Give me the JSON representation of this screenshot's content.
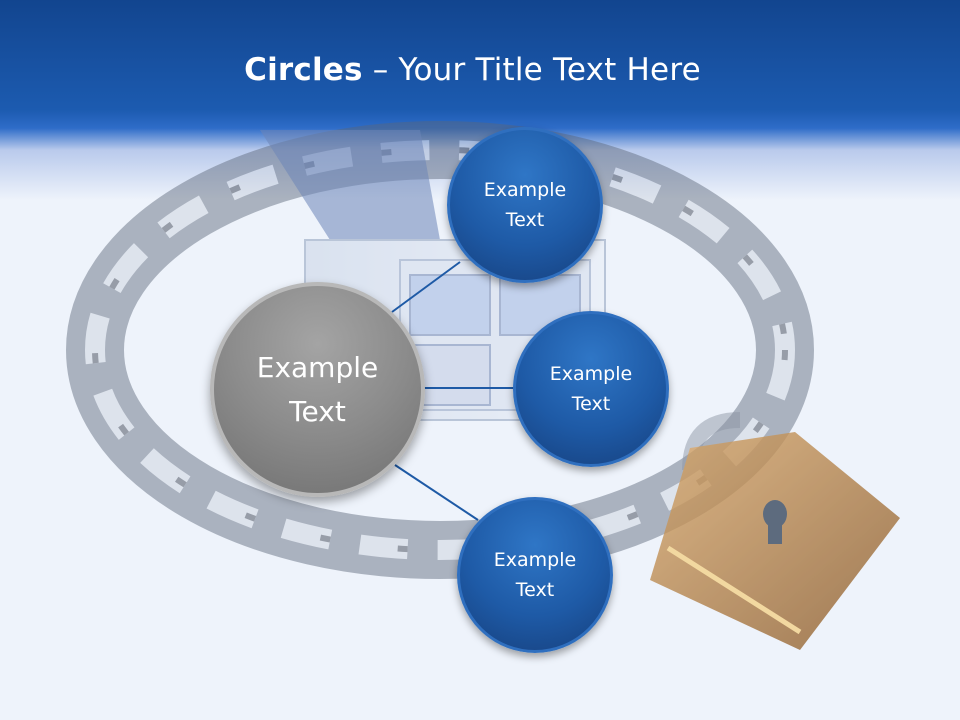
{
  "slide": {
    "title_bold": "Circles",
    "title_rest": " – Your Title Text Here"
  },
  "main_circle": {
    "label": "Example\nText"
  },
  "satellites": [
    {
      "label": "Example\nText"
    },
    {
      "label": "Example\nText"
    },
    {
      "label": "Example\nText"
    }
  ],
  "colors": {
    "header_blue": "#1c5bb0",
    "circle_blue": "#1e5aa6",
    "circle_gray": "#8b8b8b",
    "connector": "#1e5aa6"
  },
  "background_illustration": [
    "chain-ring",
    "house",
    "padlock"
  ]
}
